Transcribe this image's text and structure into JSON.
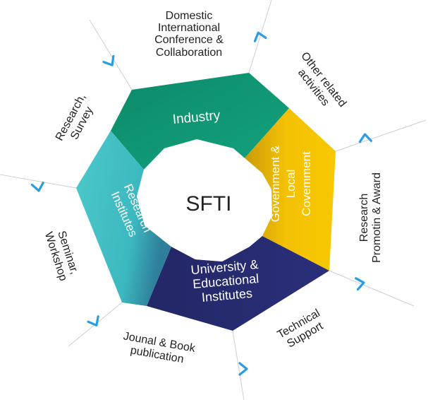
{
  "center": {
    "label": "SFTI"
  },
  "segments": [
    {
      "id": "industry",
      "label": "Industry",
      "color": "#0f9271"
    },
    {
      "id": "government",
      "lines": [
        "Govemment &",
        "Local",
        "Covemment"
      ],
      "color": "#f4c106"
    },
    {
      "id": "university",
      "lines": [
        "University &",
        "Educational",
        "Institutes"
      ],
      "color": "#252a6e"
    },
    {
      "id": "research",
      "lines": [
        "Research",
        "Institutes"
      ],
      "color": "#43c2c4"
    }
  ],
  "outer": {
    "conference": [
      "Domestic",
      "International",
      "Conference &",
      "Collaboration"
    ],
    "other": [
      "Other related",
      "activities"
    ],
    "promotion": [
      "Research",
      "Promotin & Award"
    ],
    "technical": [
      "Technical",
      "Support"
    ],
    "journal": [
      "Jounal & Book",
      "publication"
    ],
    "seminar": [
      "Seminar,",
      "Workshop"
    ],
    "survey": [
      "Research,",
      "Survey"
    ]
  },
  "colors": {
    "arrow": "#2a9de0",
    "spoke": "#c9cfd6"
  }
}
